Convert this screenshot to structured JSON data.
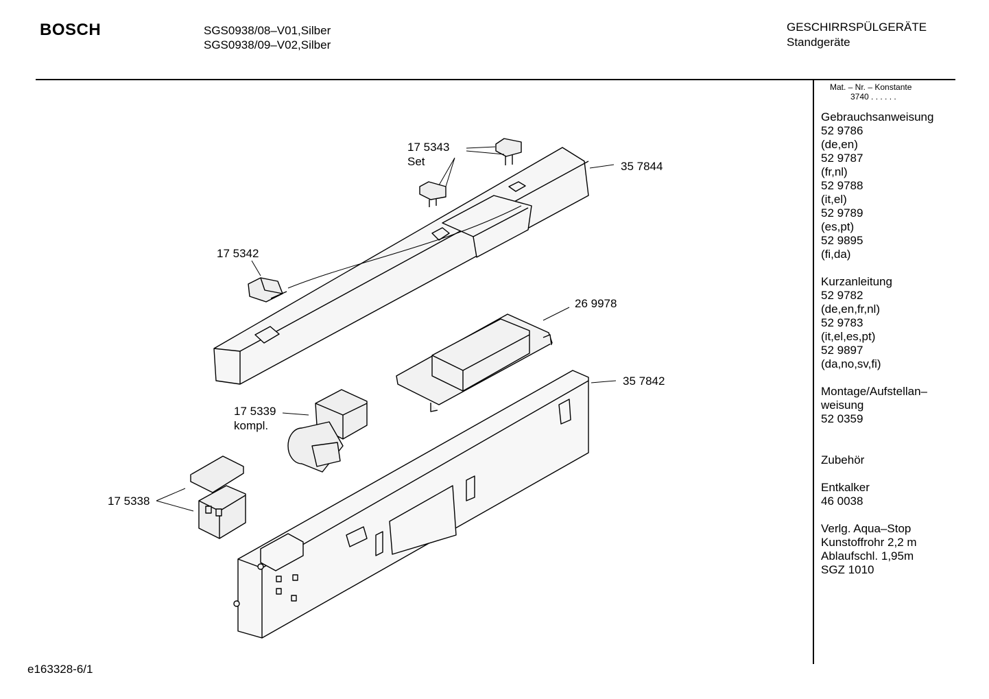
{
  "header": {
    "brand": "BOSCH",
    "models": [
      "SGS0938/08–V01,Silber",
      "SGS0938/09–V02,Silber"
    ],
    "category_title": "GESCHIRRSPÜLGERÄTE",
    "category_subtitle": "Standgeräte"
  },
  "diagram": {
    "callouts": [
      {
        "id": "p175343",
        "text": "17 5343",
        "sub": "Set"
      },
      {
        "id": "p357844",
        "text": "35 7844"
      },
      {
        "id": "p175342",
        "text": "17 5342"
      },
      {
        "id": "p269978",
        "text": "26 9978"
      },
      {
        "id": "p175339",
        "text": "17 5339",
        "sub": "kompl."
      },
      {
        "id": "p357842",
        "text": "35 7842"
      },
      {
        "id": "p175338",
        "text": "17 5338"
      }
    ]
  },
  "sidebar": {
    "mat_nr_label": "Mat. – Nr. – Konstante",
    "mat_nr_value": "3740 . .   . . . .",
    "lines": [
      "Gebrauchsanweisung",
      "52 9786",
      "(de,en)",
      "52 9787",
      "(fr,nl)",
      "52 9788",
      "(it,el)",
      "52 9789",
      "(es,pt)",
      "52 9895",
      "(fi,da)",
      "",
      "Kurzanleitung",
      "52 9782",
      "(de,en,fr,nl)",
      "52 9783",
      "(it,el,es,pt)",
      "52 9897",
      "(da,no,sv,fi)",
      "",
      "Montage/Aufstellan–",
      "weisung",
      "52 0359",
      "",
      "",
      "Zubehör",
      "",
      "Entkalker",
      "46 0038",
      "",
      "Verlg. Aqua–Stop",
      "Kunstoffrohr 2,2 m",
      "Ablaufschl. 1,95m",
      "SGZ 1010"
    ]
  },
  "footer": {
    "code": "e163328-6/1"
  }
}
